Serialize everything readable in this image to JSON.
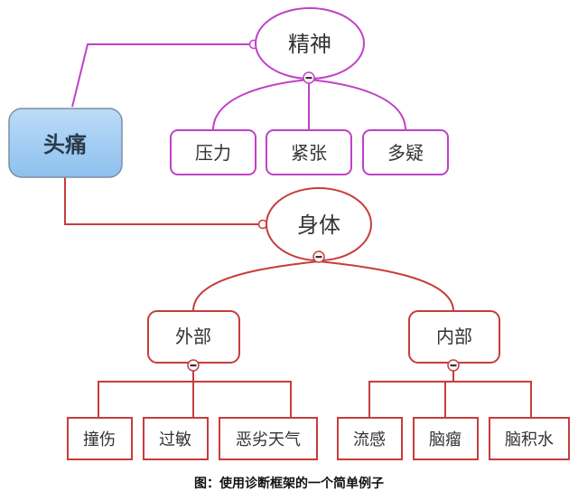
{
  "root": {
    "label": "头痛"
  },
  "branches": [
    {
      "label": "精神",
      "color": "#c040c8",
      "children": [
        {
          "label": "压力"
        },
        {
          "label": "紧张"
        },
        {
          "label": "多疑"
        }
      ]
    },
    {
      "label": "身体",
      "color": "#c83c3c",
      "children": [
        {
          "label": "外部",
          "children": [
            {
              "label": "撞伤"
            },
            {
              "label": "过敏"
            },
            {
              "label": "恶劣天气"
            }
          ]
        },
        {
          "label": "内部",
          "children": [
            {
              "label": "流感"
            },
            {
              "label": "脑瘤"
            },
            {
              "label": "脑积水"
            }
          ]
        }
      ]
    }
  ],
  "caption": "图：使用诊断框架的一个简单例子",
  "colors": {
    "root_fill_top": "#bcdcf8",
    "root_fill_bottom": "#8ec0ee",
    "root_border": "#7c8ea4"
  }
}
